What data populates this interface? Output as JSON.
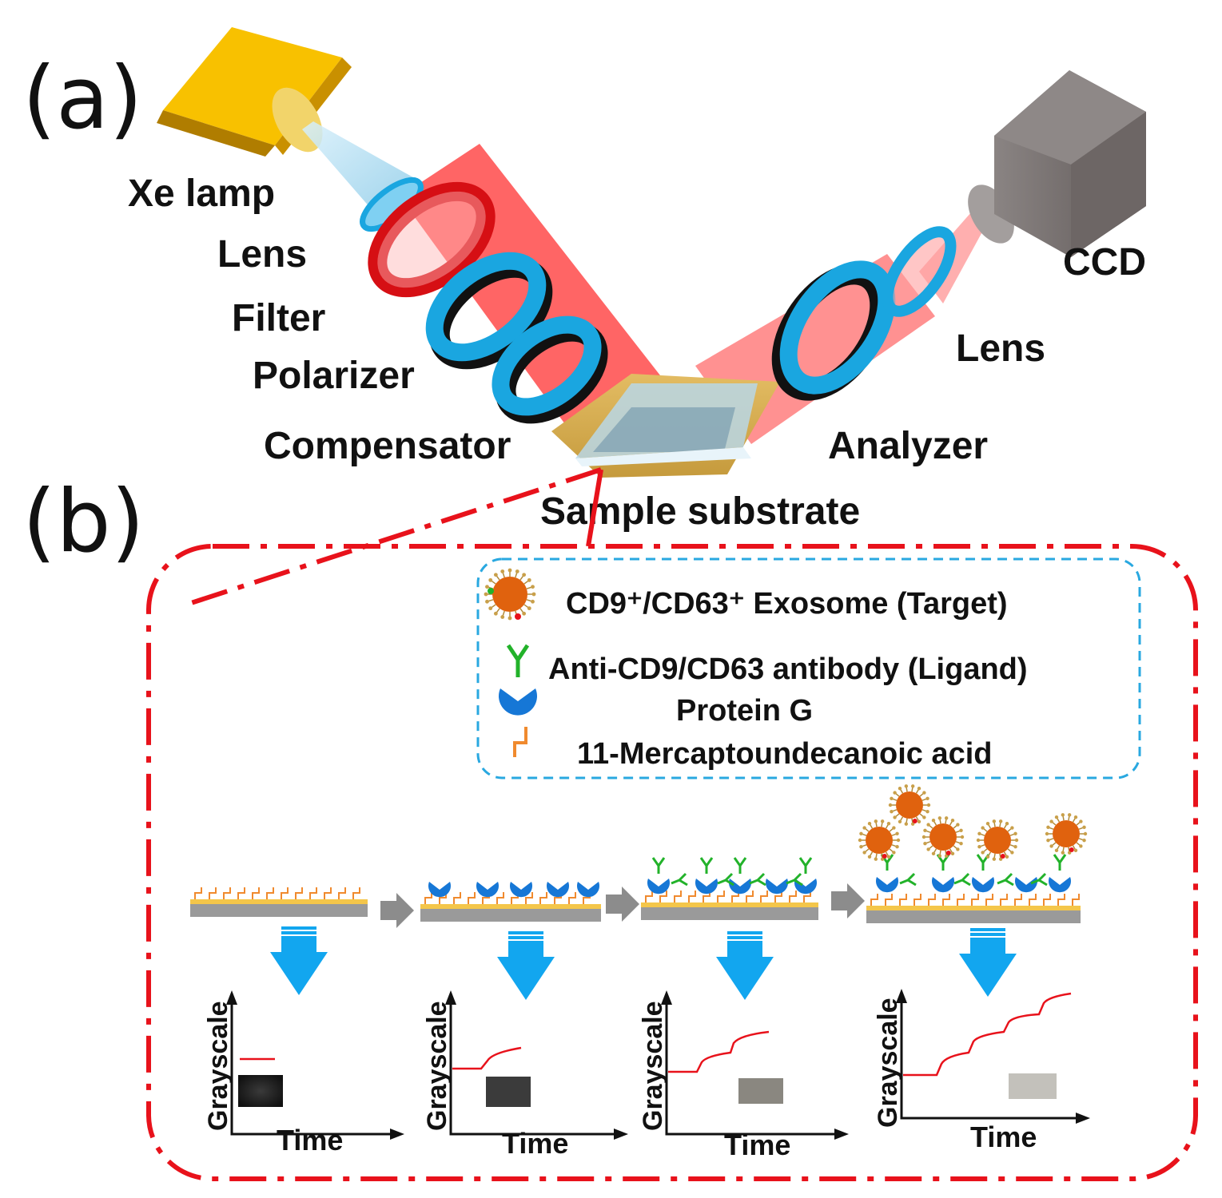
{
  "panel_a": {
    "tag": "(a)",
    "labels": {
      "xe_lamp": "Xe lamp",
      "lens_in": "Lens",
      "filter": "Filter",
      "polarizer": "Polarizer",
      "compensator": "Compensator",
      "sample": "Sample substrate",
      "analyzer": "Analyzer",
      "lens_out": "Lens",
      "ccd": "CCD"
    }
  },
  "panel_b": {
    "tag": "(b)",
    "legend": {
      "exosome": "CD9⁺/CD63⁺ Exosome (Target)",
      "antibody": "Anti-CD9/CD63 antibody (Ligand)",
      "protein": "Protein G",
      "acid": "11-Mercaptoundecanoic acid"
    },
    "plots": [
      {
        "ylabel": "Grayscale",
        "xlabel": "Time"
      },
      {
        "ylabel": "Grayscale",
        "xlabel": "Time"
      },
      {
        "ylabel": "Grayscale",
        "xlabel": "Time"
      },
      {
        "ylabel": "Grayscale",
        "xlabel": "Time"
      }
    ]
  },
  "colors": {
    "beam": "#ff2a2a",
    "ring": "#1aa6e0",
    "frame": "#e8121b",
    "legend_border": "#29a8e0",
    "arrow_down": "#12a6ef",
    "exosome": "#e0620e",
    "protein": "#1677d6",
    "antibody": "#22b22a",
    "acid": "#f08a2e"
  }
}
